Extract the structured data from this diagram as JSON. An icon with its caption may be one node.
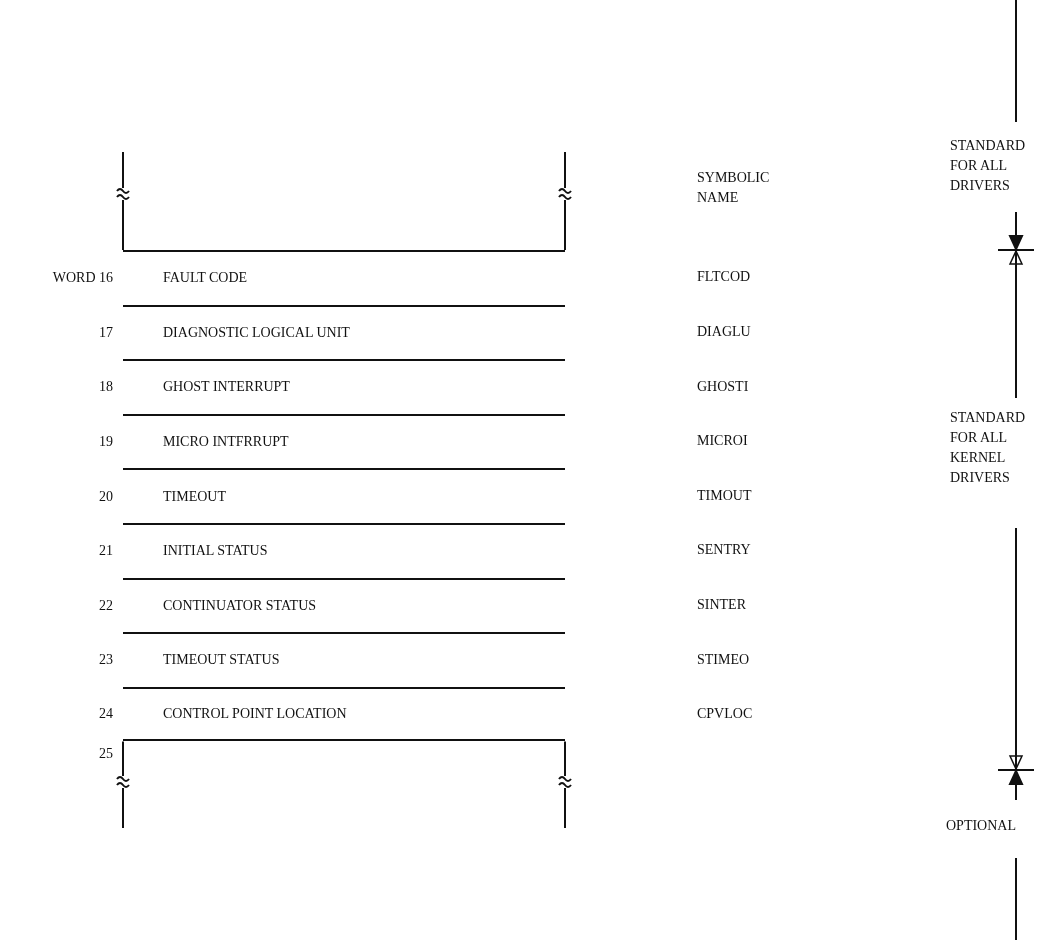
{
  "diagram": {
    "nodes": [
      {
        "text": [
          "FAULT CODE"
        ],
        "beside": [
          "WORD 16"
        ]
      },
      {
        "text": [
          "DIAGNOSTIC LOGICAL UNIT"
        ],
        "beside": [
          "17"
        ]
      },
      {
        "text": [
          "GHOST INTERRUPT"
        ],
        "beside": [
          "18"
        ]
      },
      {
        "text": [
          "MICRO INTFRRUPT"
        ],
        "beside": [
          "19"
        ]
      },
      {
        "text": [
          "TIMEOUT"
        ],
        "beside": [
          "20"
        ]
      },
      {
        "text": [
          "INITIAL STATUS"
        ],
        "beside": [
          "21"
        ]
      },
      {
        "text": [
          "CONTINUATOR STATUS"
        ],
        "beside": [
          "22"
        ]
      },
      {
        "text": [
          "TIMEOUT STATUS"
        ],
        "beside": [
          "23"
        ]
      },
      {
        "text": [
          "CONTROL POINT LOCATION"
        ],
        "beside": [
          "24"
        ]
      }
    ],
    "labels": [
      "SYMBOLIC NAME",
      "STANDARD FOR ALL DRIVERS",
      "FLTCOD",
      "DIAGLU",
      "GHOSTI",
      "MICROI",
      "STANDARD FOR ALL KERNEL DRIVERS",
      "TIMOUT",
      "SENTRY",
      "SINTER",
      "STIMEO",
      "CPVLOC",
      "25",
      "OPTIONAL"
    ]
  }
}
